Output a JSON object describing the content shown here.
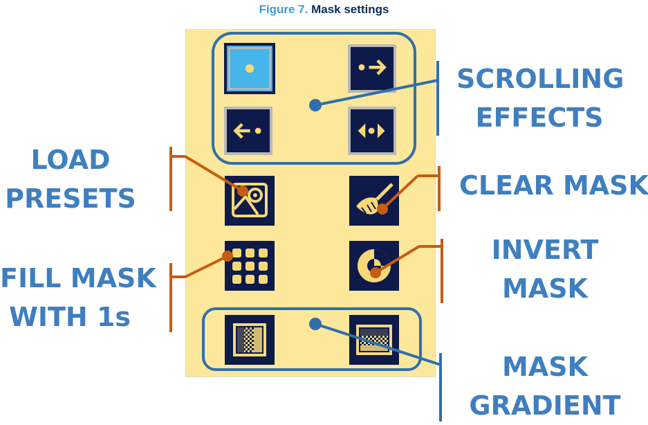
{
  "caption": {
    "number": "Figure 7.",
    "title": "Mask settings"
  },
  "labels": {
    "scrolling": [
      "SCROLLING",
      "EFFECTS"
    ],
    "load": [
      "LOAD",
      "PRESETS"
    ],
    "clear": "CLEAR MASK",
    "invert": [
      "INVERT",
      "MASK"
    ],
    "fill": [
      "FILL MASK",
      "WITH 1s"
    ],
    "gradient": [
      "MASK",
      "GRADIENT"
    ]
  },
  "buttons": [
    {
      "name": "scroll-static-button",
      "icon": "dot-icon",
      "selected": true
    },
    {
      "name": "scroll-right-button",
      "icon": "dot-arrow-right-icon"
    },
    {
      "name": "scroll-left-button",
      "icon": "arrow-left-dot-icon"
    },
    {
      "name": "scroll-both-button",
      "icon": "arrows-both-dot-icon"
    },
    {
      "name": "load-presets-button",
      "icon": "image-icon"
    },
    {
      "name": "clear-mask-button",
      "icon": "broom-icon"
    },
    {
      "name": "fill-mask-button",
      "icon": "grid-icon"
    },
    {
      "name": "invert-mask-button",
      "icon": "invert-circle-icon"
    },
    {
      "name": "gradient-left-button",
      "icon": "gradient-horizontal-icon"
    },
    {
      "name": "gradient-top-button",
      "icon": "gradient-vertical-icon"
    }
  ],
  "colors": {
    "panel": "#fde79a",
    "button": "#0d1a4a",
    "icon": "#f6d878",
    "selected": "#47b4ea",
    "blue_callout": "#2f6fad",
    "orange_callout": "#c65c10",
    "label_text": "#3f7fbf",
    "caption_number": "#3a9bd5",
    "caption_title": "#0b2d55"
  }
}
